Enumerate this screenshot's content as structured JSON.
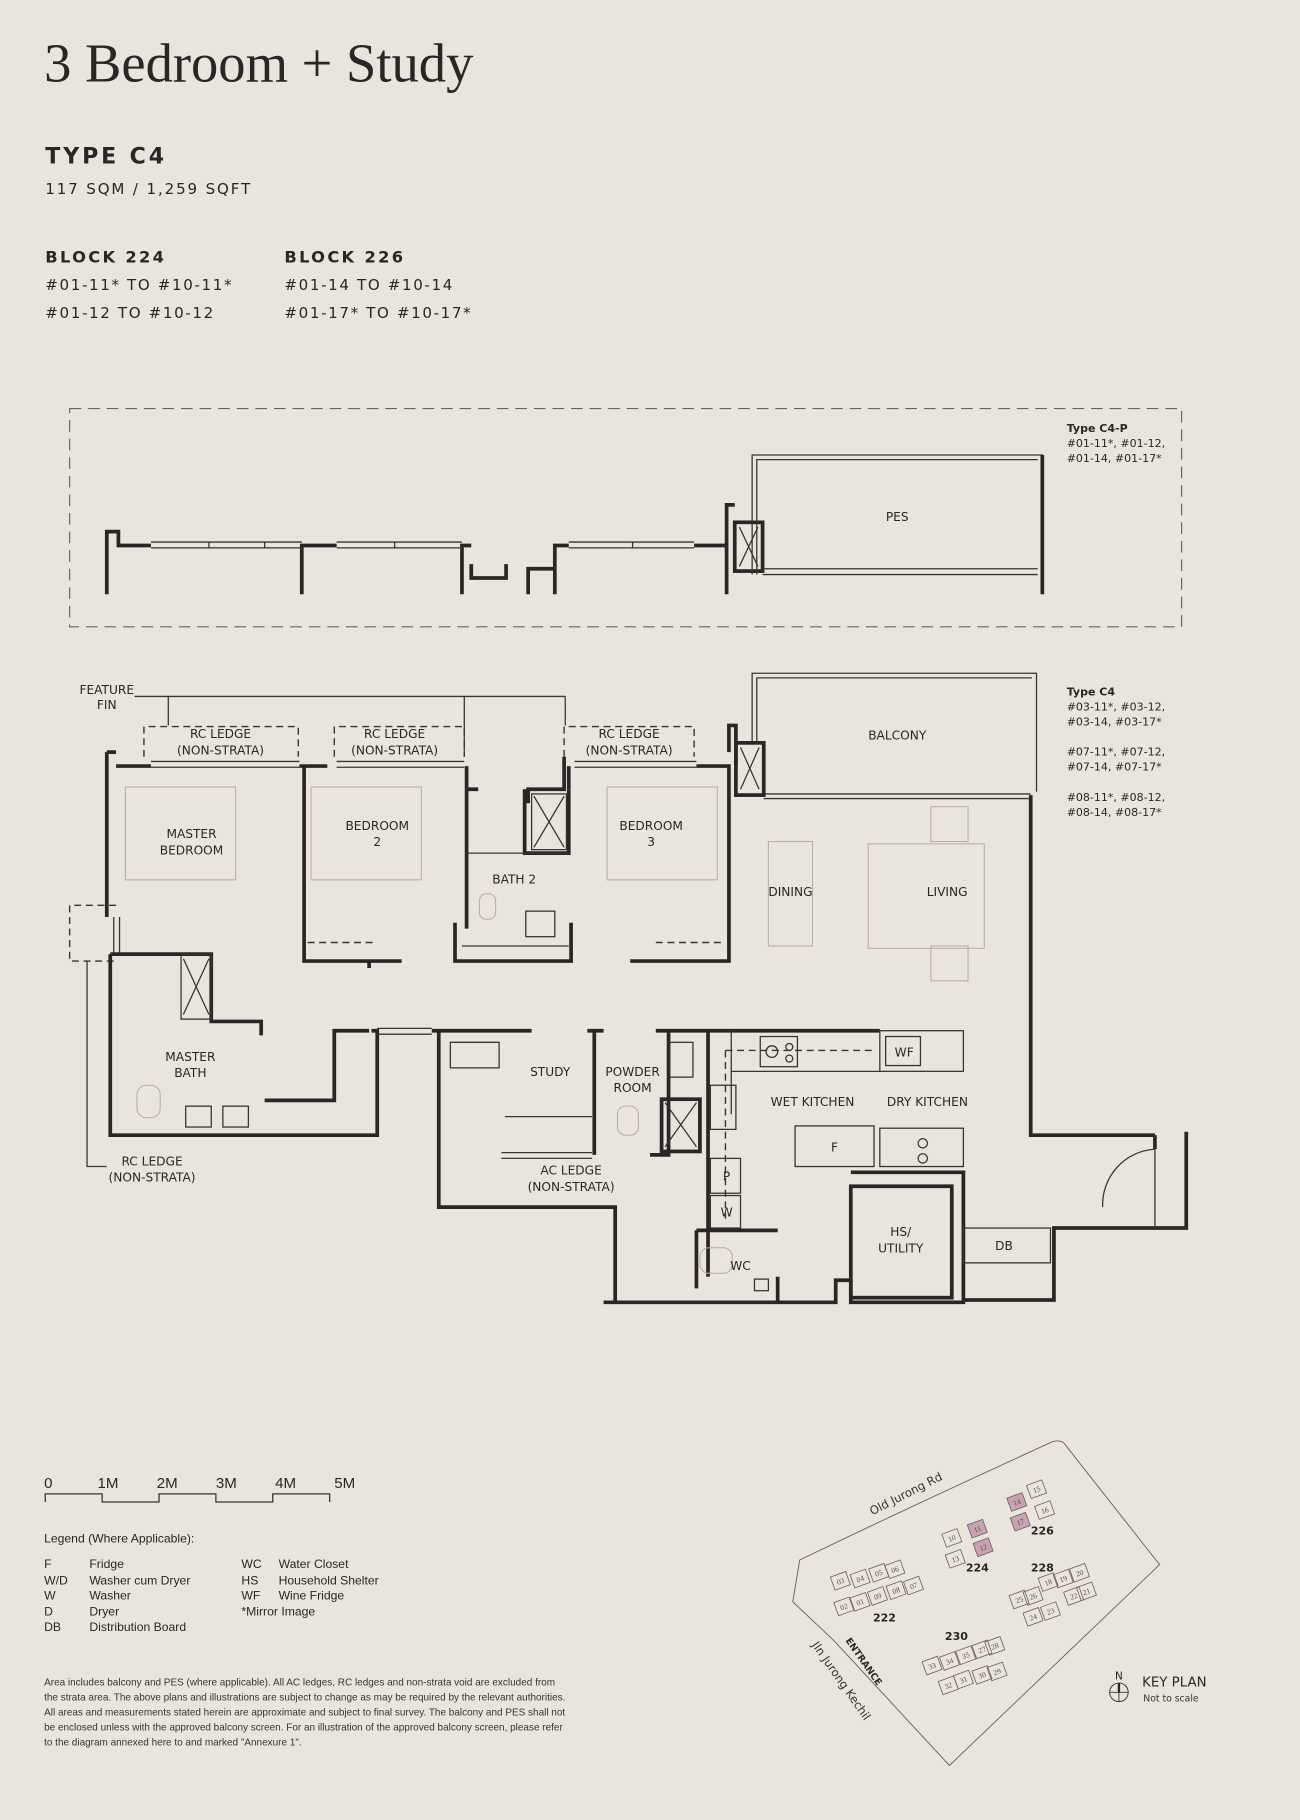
{
  "header": {
    "title": "3 Bedroom + Study",
    "type": "TYPE C4",
    "area": "117 SQM / 1,259 SQFT",
    "blocks": [
      {
        "name": "BLOCK 224",
        "units": [
          "#01-11* TO #10-11*",
          "#01-12 TO #10-12"
        ]
      },
      {
        "name": "BLOCK 226",
        "units": [
          "#01-14 TO #10-14",
          "#01-17* TO #10-17*"
        ]
      }
    ]
  },
  "plan_variants": {
    "c4p": {
      "title": "Type C4-P",
      "lines": [
        "#01-11*, #01-12,",
        "#01-14, #01-17*"
      ]
    },
    "c4": {
      "title": "Type C4",
      "lines": [
        "#03-11*, #03-12,",
        "#03-14, #03-17*",
        "#07-11*, #07-12,",
        "#07-14, #07-17*",
        "#08-11*, #08-12,",
        "#08-14, #08-17*"
      ]
    }
  },
  "rooms": {
    "pes": "PES",
    "feature_fin": [
      "FEATURE",
      "FIN"
    ],
    "rc_ledge": [
      "RC LEDGE",
      "(NON-STRATA)"
    ],
    "balcony": "BALCONY",
    "master_bedroom": [
      "MASTER",
      "BEDROOM"
    ],
    "bedroom2": [
      "BEDROOM",
      "2"
    ],
    "bath2": "BATH 2",
    "bedroom3": [
      "BEDROOM",
      "3"
    ],
    "dining": "DINING",
    "living": "LIVING",
    "master_bath": [
      "MASTER",
      "BATH"
    ],
    "study": "STUDY",
    "powder_room": [
      "POWDER",
      "ROOM"
    ],
    "wet_kitchen": "WET KITCHEN",
    "dry_kitchen": "DRY KITCHEN",
    "wf": "WF",
    "f": "F",
    "p": "P",
    "w": "W",
    "wc": "WC",
    "ac_ledge": [
      "AC LEDGE",
      "(NON-STRATA)"
    ],
    "hs_utility": [
      "HS/",
      "UTILITY"
    ],
    "db": "DB"
  },
  "scale_bar": [
    "0",
    "1M",
    "2M",
    "3M",
    "4M",
    "5M"
  ],
  "legend": {
    "title": "Legend (Where Applicable):",
    "col1": [
      {
        "abbr": "F",
        "desc": "Fridge"
      },
      {
        "abbr": "W/D",
        "desc": "Washer cum Dryer"
      },
      {
        "abbr": "W",
        "desc": "Washer"
      },
      {
        "abbr": "D",
        "desc": "Dryer"
      },
      {
        "abbr": "DB",
        "desc": "Distribution Board"
      }
    ],
    "col2": [
      {
        "abbr": "WC",
        "desc": "Water Closet"
      },
      {
        "abbr": "HS",
        "desc": "Household Shelter"
      },
      {
        "abbr": "WF",
        "desc": "Wine Fridge"
      }
    ],
    "mirror": "*Mirror Image"
  },
  "footnote": [
    "Area includes balcony and PES (where applicable). All AC ledges, RC ledges and non-strata void are excluded from",
    "the strata area. The above plans and illustrations are subject to change as may be required by the relevant authorities.",
    "All areas and measurements stated herein are approximate and subject to final survey. The balcony and PES shall not",
    "be enclosed unless with the approved balcony screen. For an illustration of the approved balcony screen, please refer",
    "to the diagram annexed here to and marked \"Annexure 1\"."
  ],
  "key_plan": {
    "title": "KEY PLAN",
    "subtitle": "Not to scale",
    "north": "N",
    "roads": {
      "top": "Old Jurong Rd",
      "left": "Jln Jurong Kechil"
    },
    "entrance": "ENTRANCE",
    "blocks": [
      "222",
      "224",
      "226",
      "228",
      "230"
    ],
    "units": [
      "01",
      "02",
      "03",
      "04",
      "05",
      "06",
      "07",
      "08",
      "09",
      "10",
      "11",
      "12",
      "13",
      "14",
      "15",
      "16",
      "17",
      "18",
      "19",
      "20",
      "21",
      "22",
      "23",
      "24",
      "25",
      "26",
      "27",
      "28",
      "29",
      "30",
      "31",
      "32",
      "33",
      "34",
      "35"
    ],
    "highlighted_units": [
      "11",
      "12",
      "14",
      "17"
    ],
    "highlight_color": "#c8a2b1"
  },
  "colors": {
    "background": "#e9e4de",
    "ink": "#2b2623"
  }
}
